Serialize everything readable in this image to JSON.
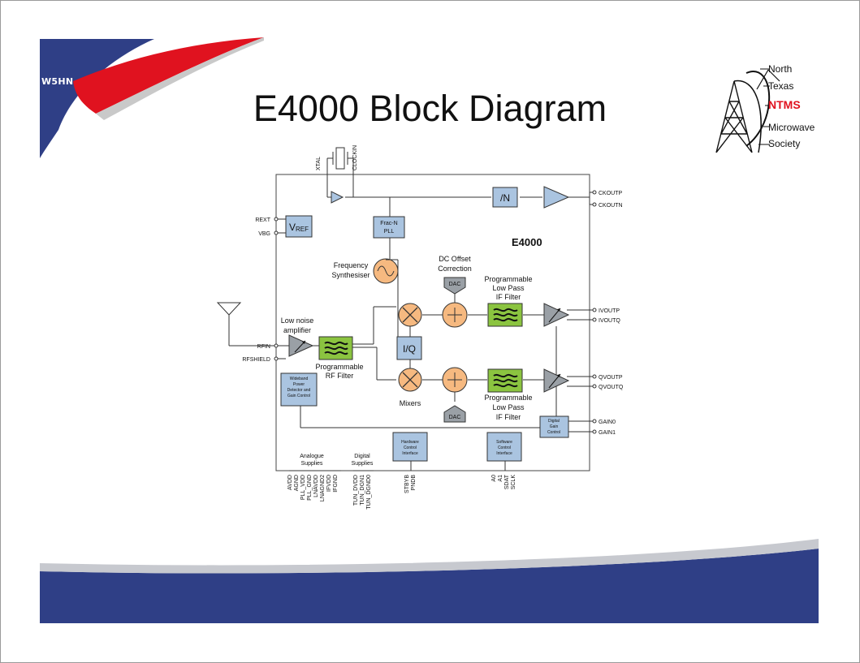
{
  "slide": {
    "title": "E4000 Block Diagram",
    "callsign": "W5HN"
  },
  "logo": {
    "lines": [
      "North",
      "Texas",
      "NTMS",
      "Microwave",
      "Society"
    ],
    "accent_color": "#e0121f"
  },
  "theme": {
    "banner_blue": "#2f3f86",
    "banner_red": "#e0121f",
    "filter_green": "#8bc440",
    "mixer_orange": "#f6b980",
    "block_blue": "#aac4e0",
    "amp_gray": "#9aa0a6"
  },
  "diagram": {
    "chip_label": "E4000",
    "crystal": {
      "xtal": "XTAL",
      "clockin": "CLOCKIN"
    },
    "divider": "/N",
    "vref": {
      "main": "V",
      "sub": "REF"
    },
    "pll": [
      "Frac-N",
      "PLL"
    ],
    "synth": [
      "Frequency",
      "Synthesiser"
    ],
    "dc_offset": [
      "DC Offset",
      "Correction"
    ],
    "dac": "DAC",
    "lpf_top": [
      "Programmable",
      "Low Pass",
      "IF Filter"
    ],
    "lpf_bottom": [
      "Programmable",
      "Low Pass",
      "IF Filter"
    ],
    "lna": [
      "Low noise",
      "amplifier"
    ],
    "rf_filter": [
      "Programmable",
      "RF Filter"
    ],
    "iq": "I/Q",
    "mixers": "Mixers",
    "power_detector": [
      "Wideband",
      "Power",
      "Detector and",
      "Gain Control"
    ],
    "digital_gain": [
      "Digital",
      "Gain",
      "Control"
    ],
    "hw_iface": [
      "Hardware",
      "Control",
      "Interface"
    ],
    "sw_iface": [
      "Software",
      "Control",
      "Interface"
    ],
    "analogue_supplies": [
      "Analogue",
      "Supplies"
    ],
    "digital_supplies": [
      "Digital",
      "Supplies"
    ],
    "pins_left": [
      "REXT",
      "VBG",
      "RFIN",
      "RFSHIELD"
    ],
    "pins_right": [
      "CKOUTP",
      "CKOUTN",
      "IVOUTP",
      "IVOUTQ",
      "QVOUTP",
      "QVOUTQ",
      "GAIN0",
      "GAIN1"
    ],
    "pins_analogue": [
      "AVDD",
      "AGND",
      "PLL_VDD",
      "PLL_GND",
      "LNAVDD",
      "LNAGND2",
      "IFVDD",
      "IFGND"
    ],
    "pins_digital": [
      "TUN_DVDD",
      "TUN_DGN1",
      "TUN_DGND0"
    ],
    "pins_hw": [
      "STBYB",
      "PNDB"
    ],
    "pins_sw": [
      "A0",
      "A1",
      "SDAT",
      "SCLK"
    ]
  }
}
